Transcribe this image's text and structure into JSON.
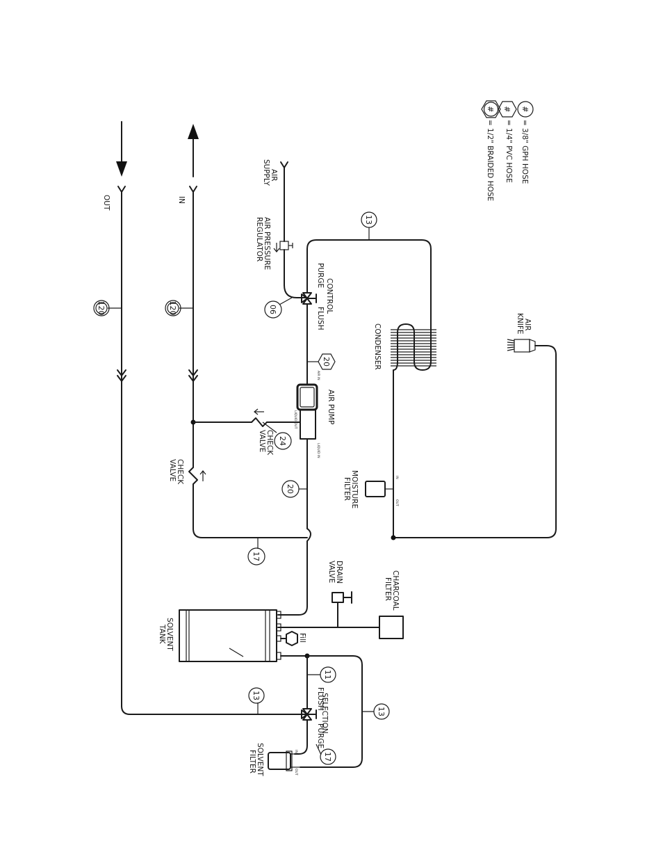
{
  "legend": [
    {
      "symbol": "#",
      "text": "= 3/8\" GPH HOSE"
    },
    {
      "symbol": "#",
      "text": "= 1/4\" PVC HOSE"
    },
    {
      "symbol": "#",
      "text": "= 1/2\" BRAIDED HOSE"
    }
  ],
  "labels": {
    "out": "OUT",
    "in": "IN",
    "air_supply_1": "AIR",
    "air_supply_2": "SUPPLY",
    "air_reg_1": "AIR  PRESSURE",
    "air_reg_2": "REGULATOR",
    "control": "CONTROL",
    "purge_top": "PURGE",
    "flush_top": "FLUSH",
    "condenser": "CONDENSER",
    "air_knife_1": "AIR",
    "air_knife_2": "KNIFE",
    "air_pump": "AIR  PUMP",
    "air_in": "AIR IN",
    "liquid_out": "LIQUID OUT",
    "liquid_in": "LIQUID IN",
    "check_valve_upper_1": "CHECK",
    "check_valve_upper_2": "VALVE",
    "check_valve_lower_1": "CHECK",
    "check_valve_lower_2": "VALVE",
    "moisture_1": "MOISTURE",
    "moisture_2": "FILTER",
    "mf_in": "IN",
    "mf_out": "OUT",
    "charcoal_1": "CHARCOAL",
    "charcoal_2": "FILTER",
    "drain_1": "DRAIN",
    "drain_2": "VALVE",
    "solvent_tank_1": "SOLVENT",
    "solvent_tank_2": "TANK",
    "fill": "Fill",
    "selection": "SELECTION",
    "flush_bottom": "FLUSH",
    "purge_bottom": "PURGE",
    "solvent_filter_1": "SOLVENT",
    "solvent_filter_2": "FILTER",
    "sf_in": "IN",
    "sf_out": "OUT"
  },
  "tags": {
    "t120_out": "120",
    "t120_in": "120",
    "t13_top": "13",
    "t06": "06",
    "t20_hex": "20",
    "t24": "24",
    "t20_circle": "20",
    "t17_main": "17",
    "t13_left": "13",
    "t11": "11",
    "t13_right": "13",
    "t17_bottom": "17"
  }
}
